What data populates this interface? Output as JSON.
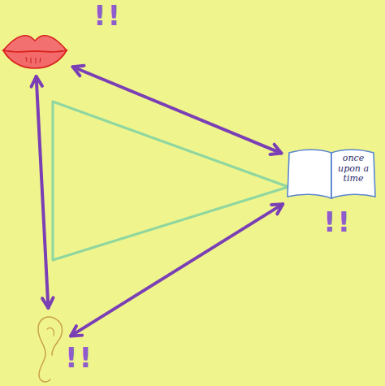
{
  "diagram": {
    "nodes": [
      {
        "text": [
          "!!"
        ]
      },
      {
        "text": [
          "once upon a time",
          "!!"
        ]
      },
      {
        "text": [
          "!!"
        ]
      }
    ],
    "edges": [
      {
        "from": 0,
        "to": 1,
        "arrow": "both"
      },
      {
        "from": 0,
        "to": 2,
        "arrow": "both"
      },
      {
        "from": 2,
        "to": 1,
        "arrow": "both"
      }
    ]
  }
}
